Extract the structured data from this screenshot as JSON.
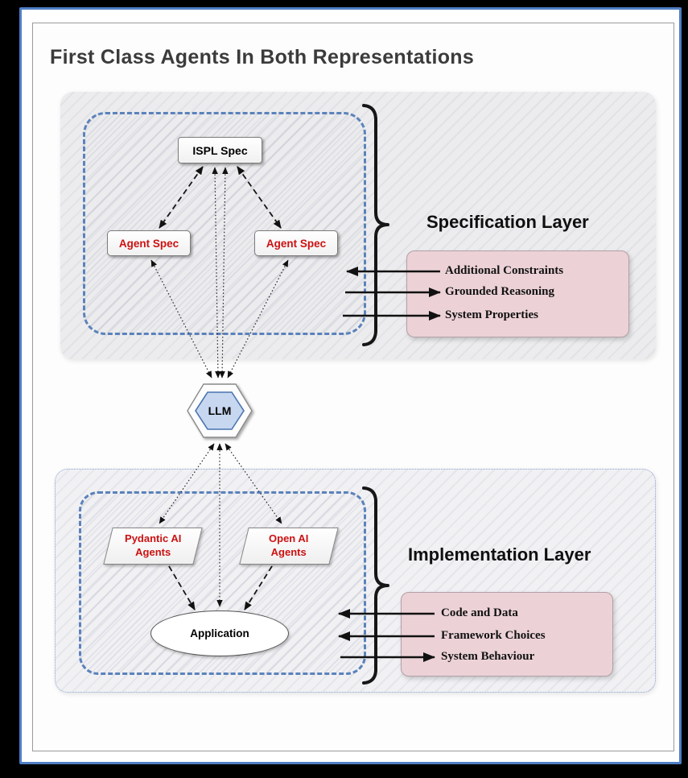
{
  "frame": {
    "title": "First Class Agents In Both Representations"
  },
  "colors": {
    "frame_blue": "#4f7ec5",
    "dashed_boundary_blue": "#5b82bb",
    "node_text_red": "#cc1111",
    "legend_pink": "#ecd2d7",
    "llm_fill": "#c7d7f0",
    "llm_border": "#4a74b0"
  },
  "spec_layer": {
    "label": "Specification Layer",
    "nodes": {
      "ispl_spec": "ISPL Spec",
      "agent_spec_left": "Agent Spec",
      "agent_spec_right": "Agent Spec"
    },
    "legend": {
      "items": [
        {
          "label": "Additional Constraints",
          "arrow": "left"
        },
        {
          "label": "Grounded Reasoning",
          "arrow": "right"
        },
        {
          "label": "System Properties",
          "arrow": "right"
        }
      ]
    }
  },
  "llm": {
    "label": "LLM"
  },
  "impl_layer": {
    "label": "Implementation Layer",
    "nodes": {
      "pydantic": {
        "line1": "Pydantic AI",
        "line2": "Agents"
      },
      "openai": {
        "line1": "Open AI",
        "line2": "Agents"
      },
      "application": "Application"
    },
    "legend": {
      "items": [
        {
          "label": "Code and Data",
          "arrow": "left"
        },
        {
          "label": "Framework Choices",
          "arrow": "left"
        },
        {
          "label": "System Behaviour",
          "arrow": "right"
        }
      ]
    }
  }
}
